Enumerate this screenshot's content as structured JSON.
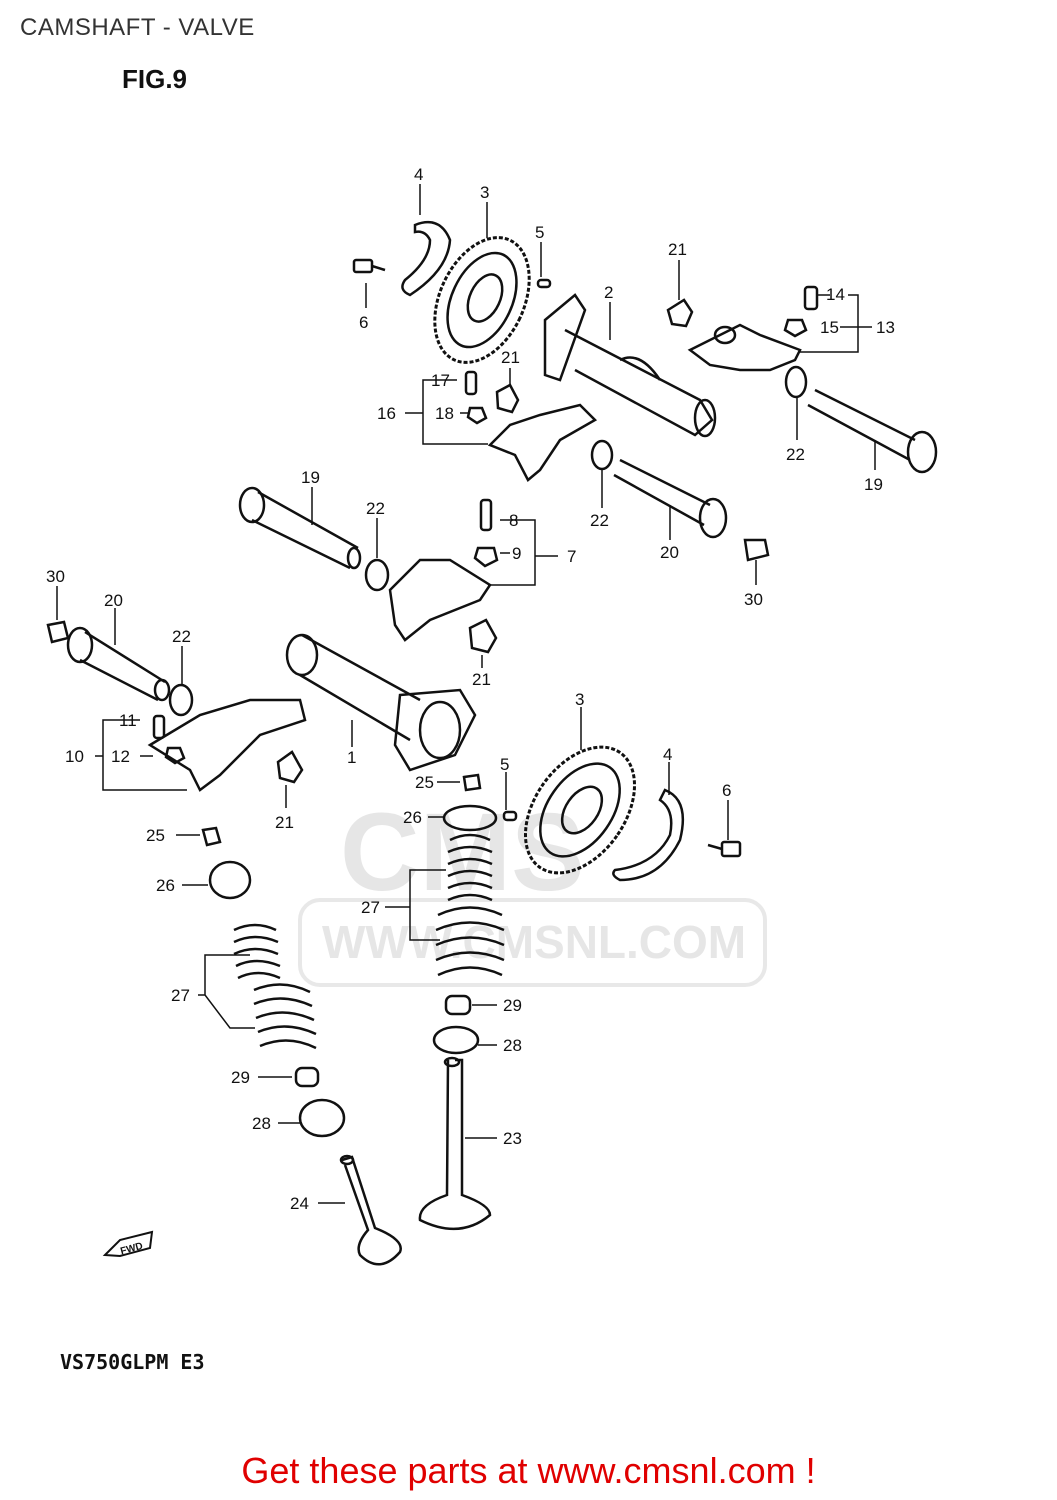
{
  "header": {
    "title": "CAMSHAFT - VALVE",
    "figure": "FIG.9"
  },
  "model_code": "VS750GLPM E3",
  "fwd_label": "FWD",
  "watermark": {
    "brand": "CMS",
    "url": "WWW.CMSNL.COM"
  },
  "footer": {
    "cta": "Get these parts at www.cmsnl.com !"
  },
  "callouts": [
    "1",
    "2",
    "3",
    "3",
    "4",
    "4",
    "5",
    "5",
    "6",
    "6",
    "7",
    "8",
    "9",
    "10",
    "11",
    "12",
    "13",
    "14",
    "15",
    "16",
    "17",
    "18",
    "19",
    "19",
    "20",
    "20",
    "21",
    "21",
    "21",
    "21",
    "22",
    "22",
    "22",
    "22",
    "23",
    "24",
    "25",
    "25",
    "26",
    "26",
    "27",
    "27",
    "28",
    "28",
    "29",
    "29",
    "30",
    "30"
  ],
  "colors": {
    "cta": "#e00000",
    "line": "#111111",
    "watermark": "#e6e6e6"
  }
}
